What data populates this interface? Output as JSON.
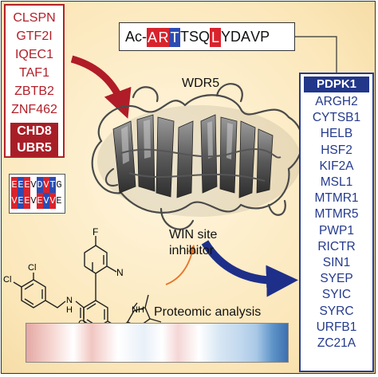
{
  "left_list": [
    "CLSPN",
    "GTF2I",
    "IQEC1",
    "TAF1",
    "ZBTB2",
    "ZNF462"
  ],
  "left_highlight": [
    "CHD8",
    "UBR5"
  ],
  "seq_rows": [
    [
      {
        "c": "E",
        "s": "r"
      },
      {
        "c": "E",
        "s": "b"
      },
      {
        "c": "E",
        "s": "r"
      },
      {
        "c": "V",
        "s": "n"
      },
      {
        "c": "D",
        "s": "b"
      },
      {
        "c": "V",
        "s": "r"
      },
      {
        "c": "T",
        "s": "b"
      },
      {
        "c": "G",
        "s": "n"
      }
    ],
    [
      {
        "c": "V",
        "s": "r"
      },
      {
        "c": "E",
        "s": "b"
      },
      {
        "c": "E",
        "s": "r"
      },
      {
        "c": "V",
        "s": "n"
      },
      {
        "c": "E",
        "s": "r"
      },
      {
        "c": "V",
        "s": "b"
      },
      {
        "c": "V",
        "s": "r"
      },
      {
        "c": "E",
        "s": "n"
      }
    ]
  ],
  "peptide": [
    {
      "c": "Ac-",
      "s": "n"
    },
    {
      "c": "A",
      "s": "r"
    },
    {
      "c": "R",
      "s": "r"
    },
    {
      "c": "T",
      "s": "b"
    },
    {
      "c": "T",
      "s": "n"
    },
    {
      "c": "S",
      "s": "n"
    },
    {
      "c": "Q",
      "s": "n"
    },
    {
      "c": "L",
      "s": "r"
    },
    {
      "c": "Y",
      "s": "n"
    },
    {
      "c": "D",
      "s": "n"
    },
    {
      "c": "A",
      "s": "n"
    },
    {
      "c": "V",
      "s": "n"
    },
    {
      "c": "P",
      "s": "n"
    }
  ],
  "protein_label": "WDR5",
  "right_title": "PDPK1",
  "right_list": [
    "ARGH2",
    "CYTSB1",
    "HELB",
    "HSF2",
    "KIF2A",
    "MSL1",
    "MTMR1",
    "MTMR5",
    "PWP1",
    "RICTR",
    "SIN1",
    "SYEP",
    "SYIC",
    "SYRC",
    "URFB1",
    "ZC21A"
  ],
  "inhibitor_label": [
    "WIN site",
    "inhibitor"
  ],
  "atom_labels": {
    "F": "F",
    "N": "N",
    "Cl1": "Cl",
    "Cl2": "Cl",
    "O": "O",
    "NH1": "N",
    "H": "H",
    "NH2": "NH"
  },
  "analysis_label": "Proteomic analysis",
  "colors": {
    "red": "#b3202a",
    "dark_red": "#a81e27",
    "blue": "#243a8e",
    "seq_red": "#d9232d",
    "seq_blue": "#2b4cb3",
    "orange_arrow": "#e8742a"
  }
}
